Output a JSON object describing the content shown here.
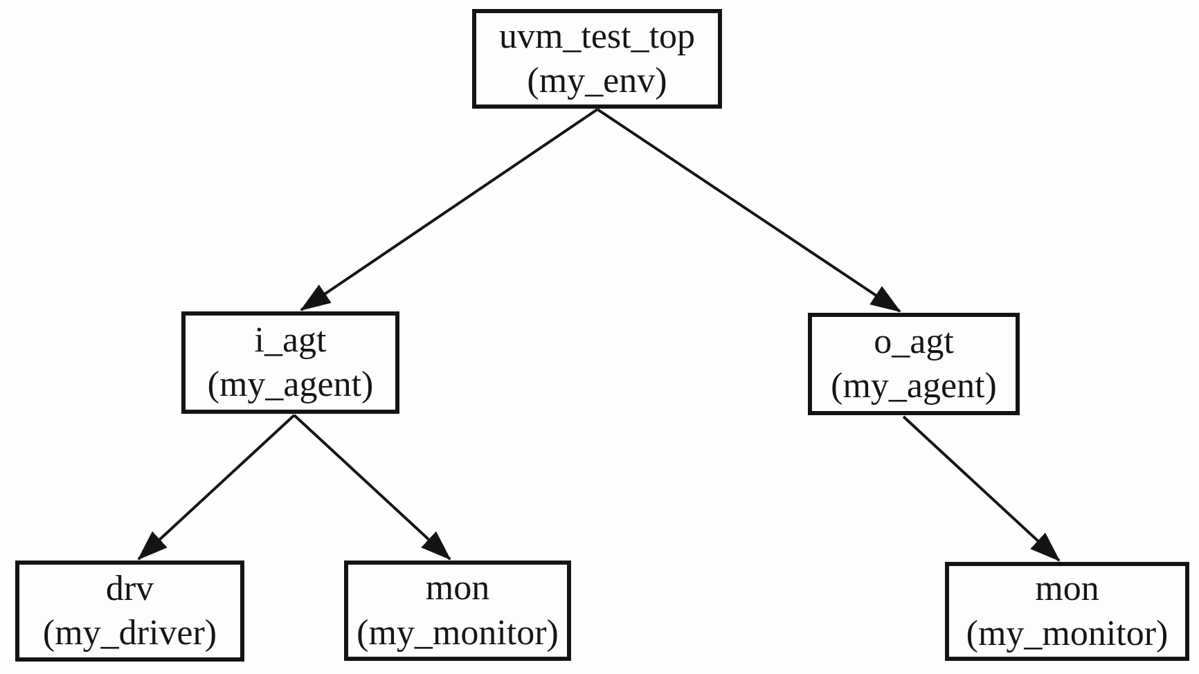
{
  "diagram": {
    "kind": "uvm-component-hierarchy-tree",
    "colors": {
      "line": "#141414",
      "box_fill": "#fdfdfd",
      "background": "#fefefe"
    },
    "nodes": [
      {
        "id": "uvm_test_top",
        "name": "uvm_test_top",
        "class_name": "(my_env)"
      },
      {
        "id": "i_agt",
        "name": "i_agt",
        "class_name": "(my_agent)"
      },
      {
        "id": "o_agt",
        "name": "o_agt",
        "class_name": "(my_agent)"
      },
      {
        "id": "drv",
        "name": "drv",
        "class_name": "(my_driver)"
      },
      {
        "id": "mon_i",
        "name": "mon",
        "class_name": "(my_monitor)"
      },
      {
        "id": "mon_o",
        "name": "mon",
        "class_name": "(my_monitor)"
      }
    ],
    "edges": [
      {
        "from": "uvm_test_top",
        "to": "i_agt"
      },
      {
        "from": "uvm_test_top",
        "to": "o_agt"
      },
      {
        "from": "i_agt",
        "to": "drv"
      },
      {
        "from": "i_agt",
        "to": "mon_i"
      },
      {
        "from": "o_agt",
        "to": "mon_o"
      }
    ]
  }
}
